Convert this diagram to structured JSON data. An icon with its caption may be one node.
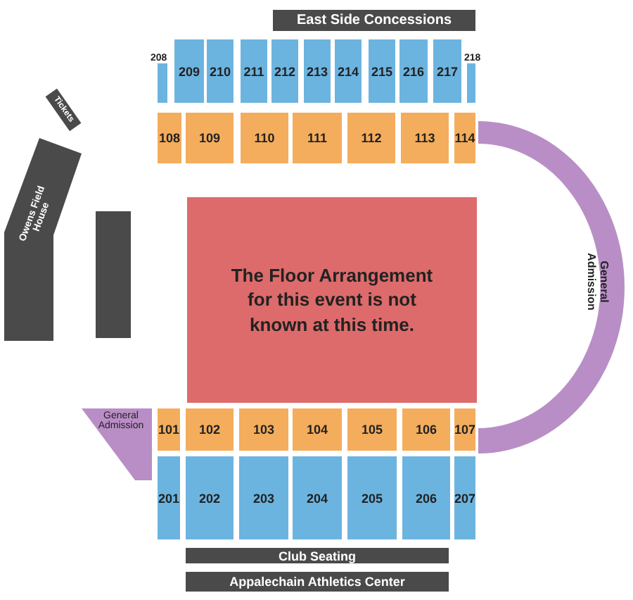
{
  "diagram": {
    "nodes": [
      {
        "text": [
          "East Side Concessions"
        ]
      },
      {
        "text": [
          "208"
        ]
      },
      {
        "text": [
          "209"
        ]
      },
      {
        "text": [
          "210"
        ]
      },
      {
        "text": [
          "211"
        ]
      },
      {
        "text": [
          "212"
        ]
      },
      {
        "text": [
          "213"
        ]
      },
      {
        "text": [
          "214"
        ]
      },
      {
        "text": [
          "215"
        ]
      },
      {
        "text": [
          "216"
        ]
      },
      {
        "text": [
          "217"
        ]
      },
      {
        "text": [
          "218"
        ]
      },
      {
        "text": [
          "Tickets"
        ]
      },
      {
        "text": [
          "Owens Field House"
        ]
      },
      {
        "text": [
          "108"
        ]
      },
      {
        "text": [
          "109"
        ]
      },
      {
        "text": [
          "110"
        ]
      },
      {
        "text": [
          "111"
        ]
      },
      {
        "text": [
          "112"
        ]
      },
      {
        "text": [
          "113"
        ]
      },
      {
        "text": [
          "114"
        ]
      },
      {
        "text": [
          "The Floor Arrangement for this event is not known at this time."
        ]
      },
      {
        "text": [
          "General Admission"
        ]
      },
      {
        "text": [
          "General Admission"
        ]
      },
      {
        "text": [
          "101"
        ]
      },
      {
        "text": [
          "102"
        ]
      },
      {
        "text": [
          "103"
        ]
      },
      {
        "text": [
          "104"
        ]
      },
      {
        "text": [
          "105"
        ]
      },
      {
        "text": [
          "106"
        ]
      },
      {
        "text": [
          "107"
        ]
      },
      {
        "text": [
          "201"
        ]
      },
      {
        "text": [
          "202"
        ]
      },
      {
        "text": [
          "203"
        ]
      },
      {
        "text": [
          "204"
        ]
      },
      {
        "text": [
          "205"
        ]
      },
      {
        "text": [
          "206"
        ]
      },
      {
        "text": [
          "207"
        ]
      },
      {
        "text": [
          "Club Seating"
        ]
      },
      {
        "text": [
          "Appalechain Athletics Center"
        ]
      },
      {
        "text": [],
        "shape": "box"
      }
    ]
  }
}
